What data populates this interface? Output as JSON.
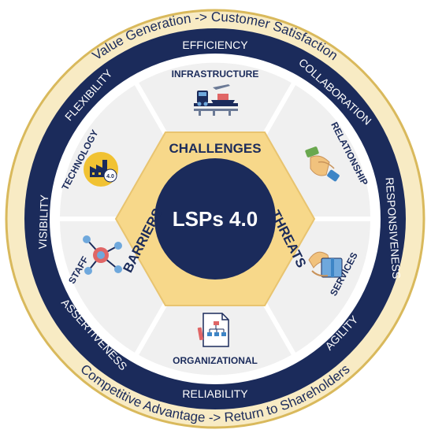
{
  "center": {
    "label": "LSPs 4.0"
  },
  "hexagon": {
    "labels": {
      "top": "CHALLENGES",
      "right": "THREATS",
      "left": "BARRIERS"
    }
  },
  "segments": [
    {
      "id": "infrastructure",
      "label": "INFRASTRUCTURE",
      "icon": "transport-icon"
    },
    {
      "id": "relationship",
      "label": "RELATIONSHIP",
      "icon": "handshake-icon"
    },
    {
      "id": "services",
      "label": "SERVICES",
      "icon": "service-box-icon"
    },
    {
      "id": "organizational",
      "label": "ORGANIZATIONAL",
      "icon": "org-chart-icon"
    },
    {
      "id": "staff",
      "label": "STAFF",
      "icon": "network-people-icon"
    },
    {
      "id": "technology",
      "label": "TECHNOLOGY",
      "icon": "factory-4-0-icon"
    }
  ],
  "technology_badge": "4.0",
  "ring_words": {
    "efficiency": "EFFICIENCY",
    "collaboration": "COLLABORATION",
    "responsiveness": "RESPONSIVENESS",
    "agility": "AGILITY",
    "reliability": "RELIABILITY",
    "assertiveness": "ASSERTIVENESS",
    "visibility": "VISIBILITY",
    "flexibility": "FLEXIBILITY"
  },
  "outer_text": {
    "top": "Value Generation -> Customer Satisfaction",
    "bottom": "Competitive Advantage -> Return to Shareholders"
  },
  "colors": {
    "navy": "#1b2b5b",
    "gold_ring": "#f8ebc4",
    "gold_border": "#d9b95c",
    "segment_fill": "#f0f0f0",
    "hexagon_fill": "#f7d88a",
    "accent_text": "#1b2b5b"
  }
}
